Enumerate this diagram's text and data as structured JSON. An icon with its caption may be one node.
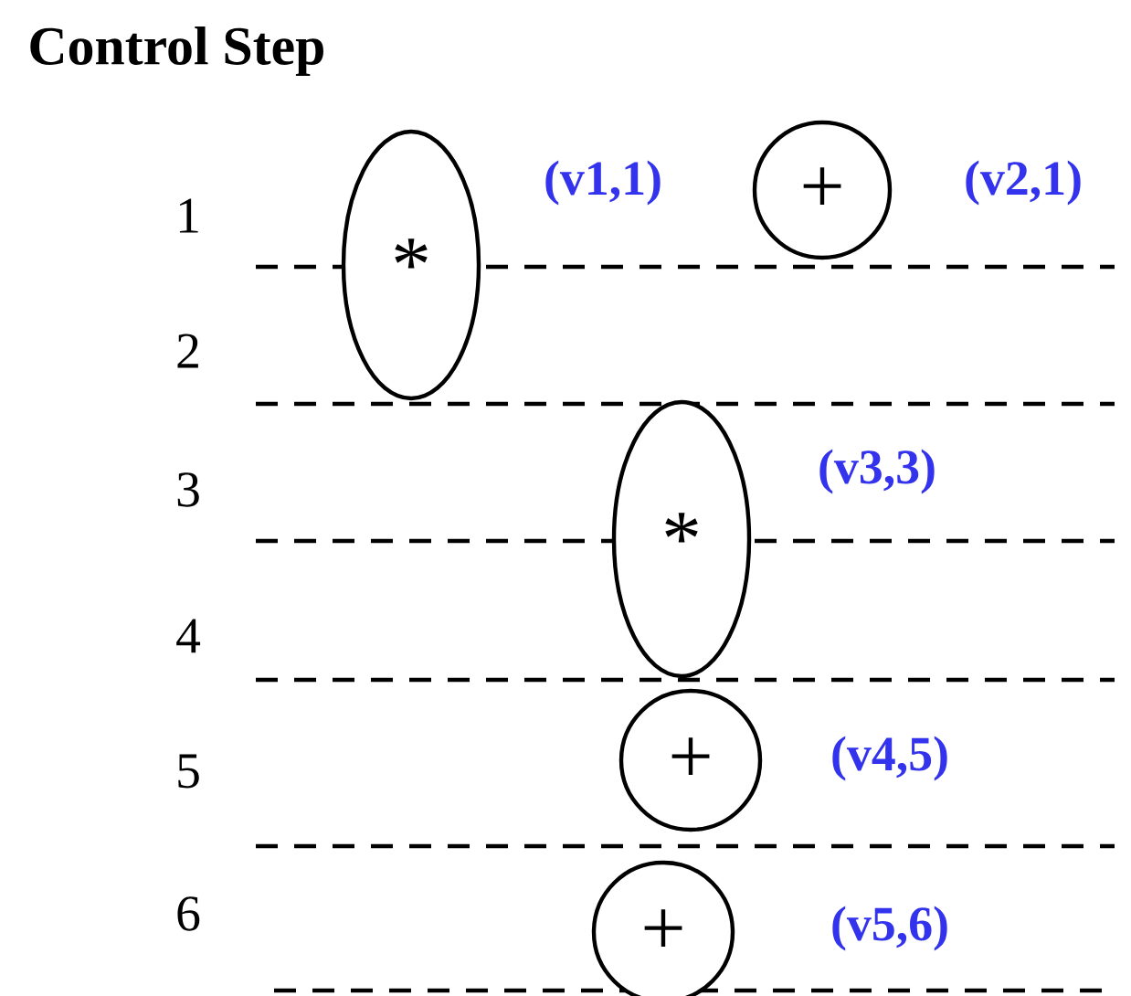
{
  "diagram": {
    "title": "Control Step",
    "nodes": [
      {
        "text": [
          "*"
        ],
        "beside": [
          "(v1,1)"
        ]
      },
      {
        "text": [
          "+"
        ],
        "beside": [
          "(v2,1)"
        ]
      },
      {
        "text": [
          "*"
        ],
        "beside": [
          "(v3,3)"
        ]
      },
      {
        "text": [
          "+"
        ],
        "beside": [
          "(v4,5)"
        ]
      },
      {
        "text": [
          "+"
        ],
        "beside": [
          "(v5,6)"
        ]
      }
    ],
    "labels": [
      "1",
      "2",
      "3",
      "4",
      "5",
      "6"
    ]
  }
}
